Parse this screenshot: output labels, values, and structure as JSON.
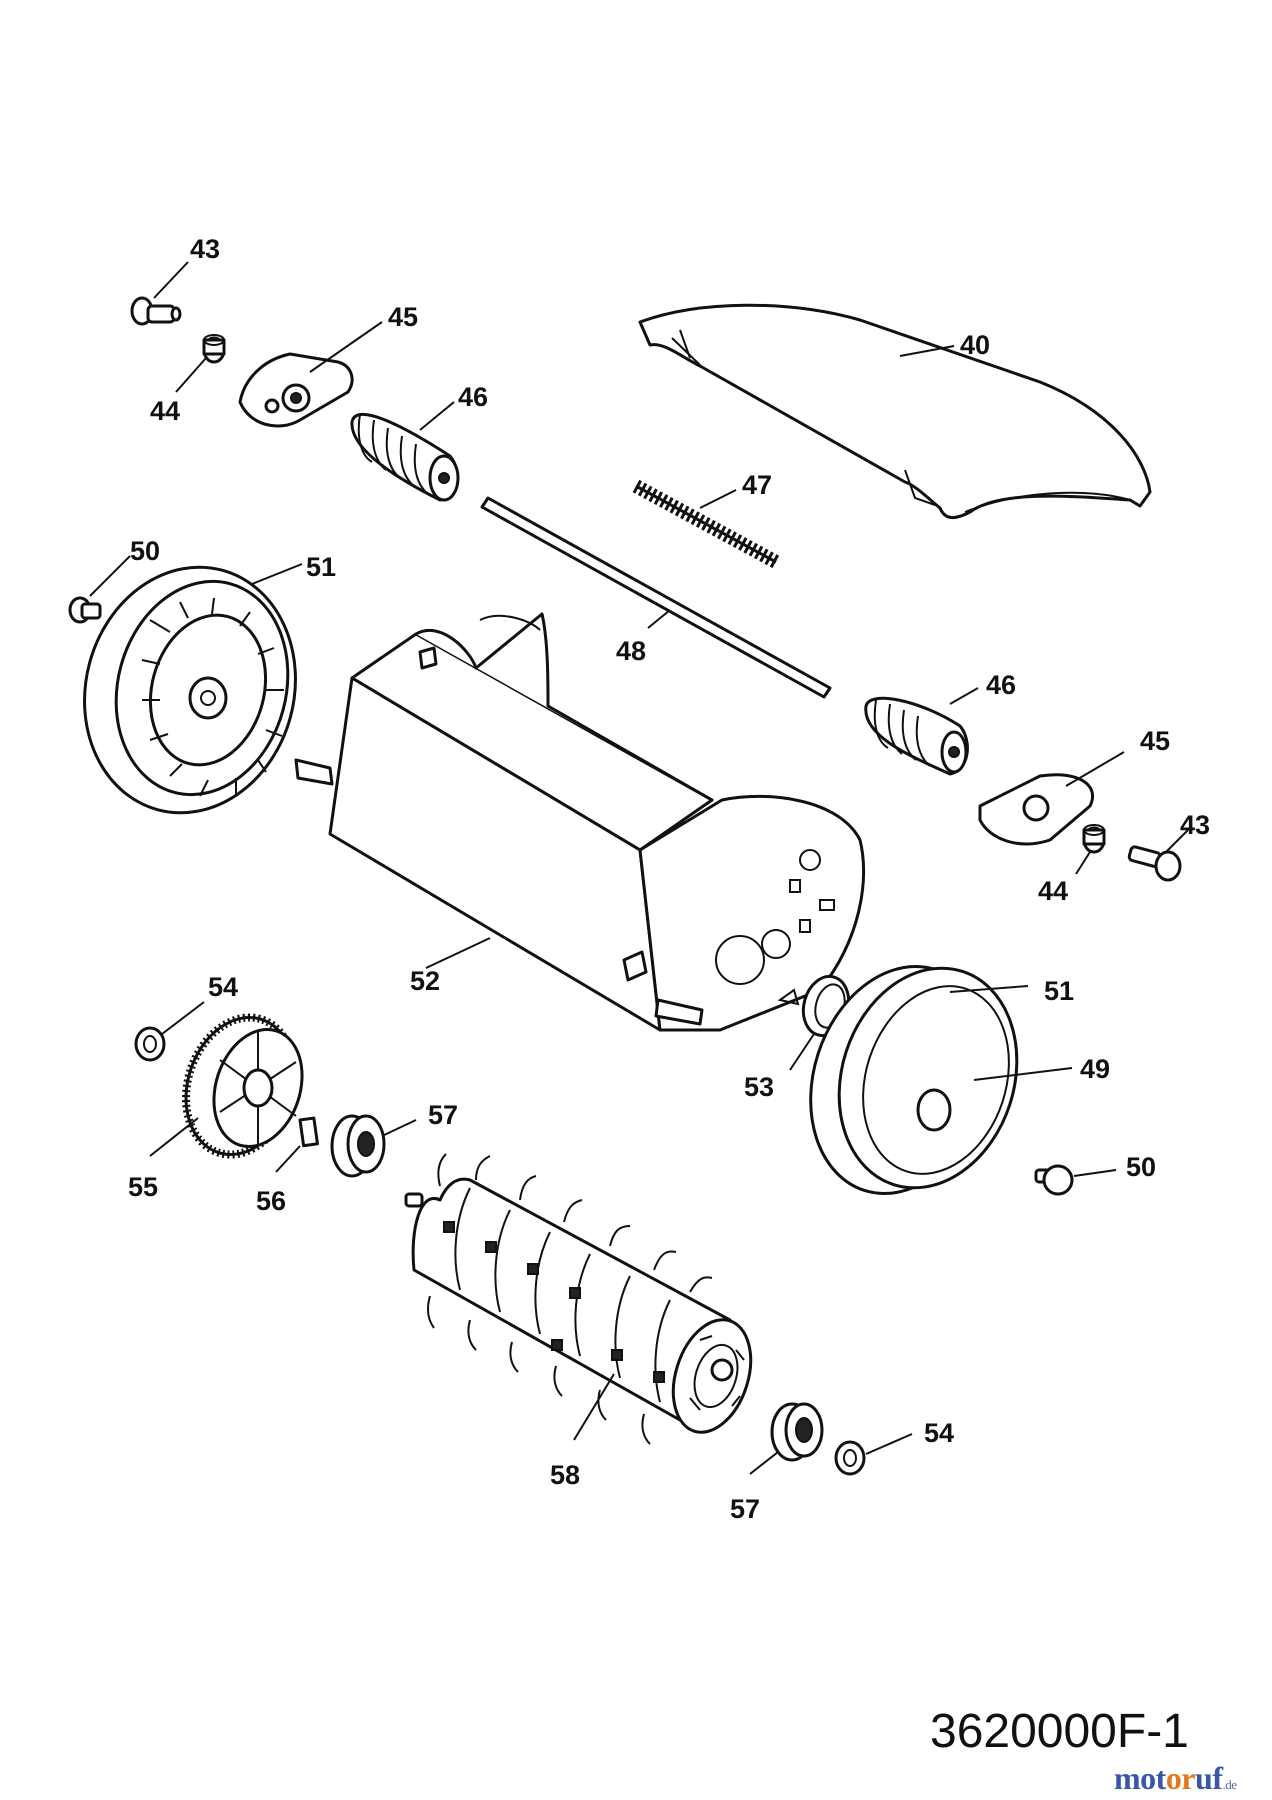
{
  "diagram": {
    "drawing_number": "3620000F-1",
    "watermark": {
      "brand": "motoruf",
      "suffix": ".de",
      "color_a": "#3b55a8",
      "color_b": "#e07a1f"
    },
    "part_labels": {
      "l43a": "43",
      "l44a": "44",
      "l45a": "45",
      "l46a": "46",
      "l40": "40",
      "l47": "47",
      "l48": "48",
      "l50a": "50",
      "l51a": "51",
      "l46b": "46",
      "l45b": "45",
      "l43b": "43",
      "l44b": "44",
      "l52": "52",
      "l51b": "51",
      "l49": "49",
      "l53": "53",
      "l54a": "54",
      "l55": "55",
      "l56": "56",
      "l57a": "57",
      "l50b": "50",
      "l58": "58",
      "l57b": "57",
      "l54b": "54"
    }
  }
}
